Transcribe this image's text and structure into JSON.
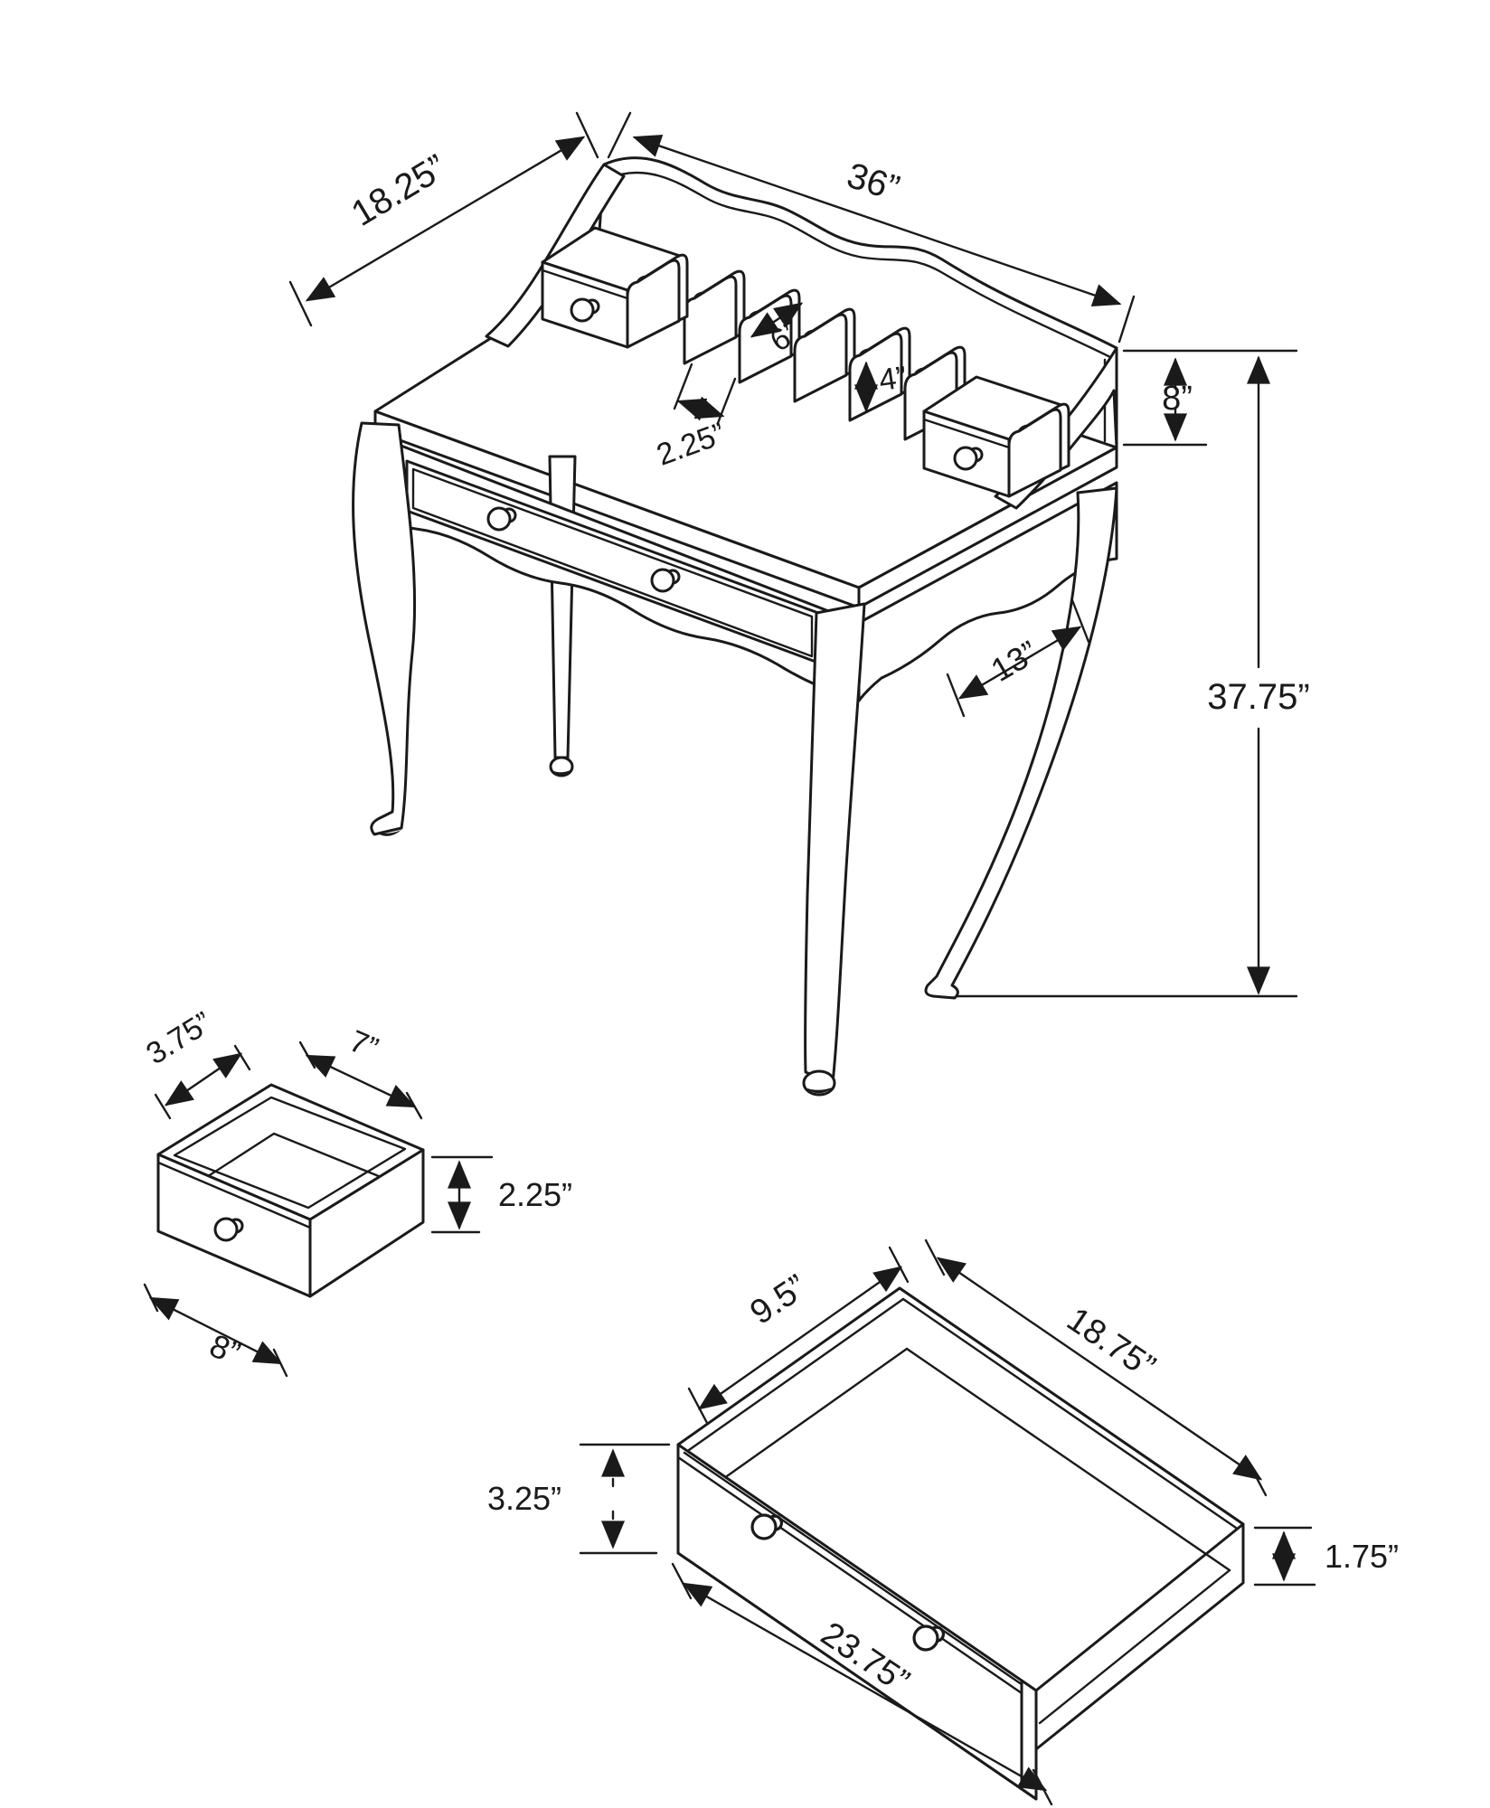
{
  "figure": {
    "type": "technical-line-drawing",
    "subject": "secretary writing desk with hutch, drawer detail views and dimension callouts",
    "background_color": "#ffffff",
    "line_color": "#1a1a1a"
  },
  "views": {
    "desk": {
      "name": "assembled desk (perspective view)",
      "dimensions": {
        "depth": "18.25”",
        "width": "36”",
        "slot_depth": "6”",
        "slot_height": "4”",
        "slot_spacing": "2.25”",
        "hutch_height": "8”",
        "leg_opening": "13”",
        "overall_height": "37.75”"
      }
    },
    "small_drawer": {
      "name": "hutch drawer detail (bottom left)",
      "dimensions": {
        "depth": "3.75”",
        "width": "7”",
        "height": "2.25”",
        "front_width": "8”"
      }
    },
    "large_drawer": {
      "name": "centre drawer detail (bottom right)",
      "dimensions": {
        "depth": "9.5”",
        "width": "18.75”",
        "front_height": "3.25”",
        "front_width": "23.75”",
        "side_height": "1.75”"
      }
    }
  }
}
